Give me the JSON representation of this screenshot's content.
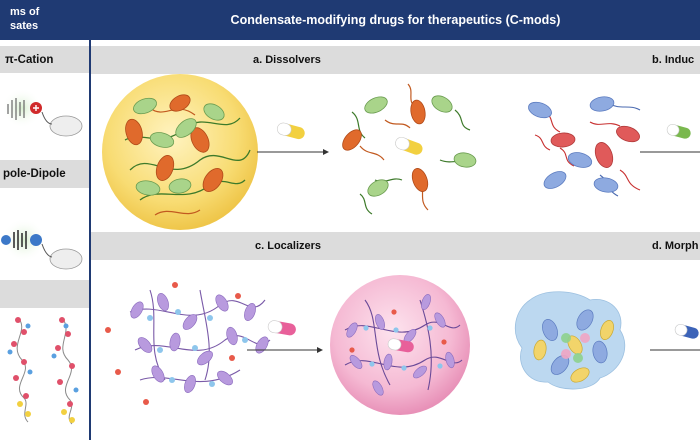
{
  "left_header": {
    "line1": "ms of",
    "line2": "sates"
  },
  "right_header": {
    "title": "Condensate-modifying drugs for therapeutics (C-mods)"
  },
  "left_panel": {
    "pi_cation_label": "π-Cation",
    "dipole_label": "pole-Dipole",
    "third_label": ""
  },
  "sections": {
    "a": "a. Dissolvers",
    "b": "b. Induc",
    "c": "c. Localizers",
    "d": "d. Morph"
  },
  "colors": {
    "header_navy": "#1f3a73",
    "bar_gray": "#dcdcdc",
    "condensate_yellow": "#f8dc73",
    "condensate_pink": "#f2a6c8",
    "condensate_blue": "#bcd8f0",
    "protein_orange": "#e06a2c",
    "protein_green": "#8ec47a",
    "protein_blue": "#6e8fd0",
    "protein_red": "#dd4040",
    "protein_purple": "#a886d0"
  },
  "icons": [
    "cation-plus-icon",
    "dipole-icon",
    "drug-capsule-icon",
    "arrow-icon"
  ]
}
